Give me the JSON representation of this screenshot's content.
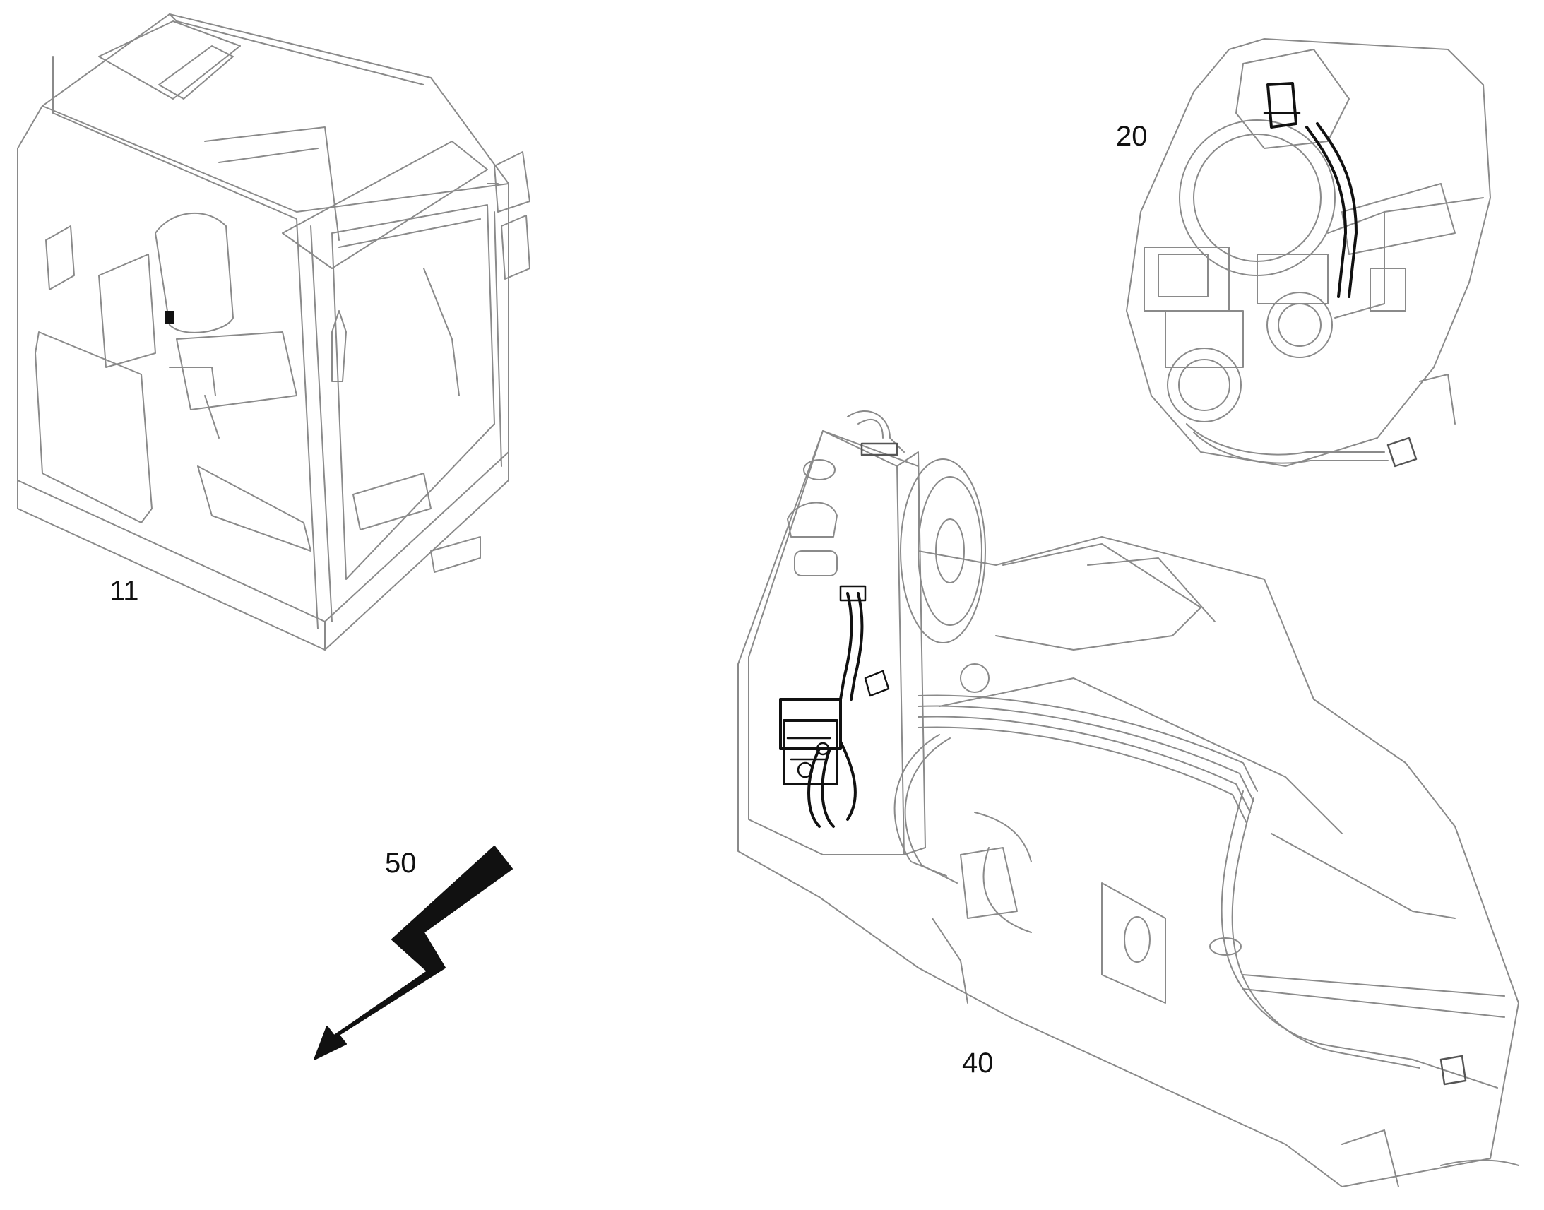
{
  "callouts": {
    "cab": "11",
    "pump_detail": "20",
    "frame_hoses": "40",
    "arrow": "50"
  },
  "colors": {
    "line": "#8a8a8a",
    "highlight": "#111111",
    "background": "#ffffff"
  }
}
